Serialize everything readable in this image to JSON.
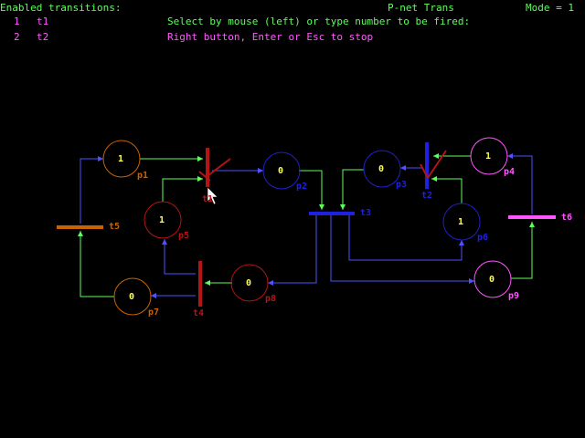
{
  "header": {
    "enabled_label": "Enabled transitions:",
    "app_title": "P-net Trans",
    "mode_label": "Mode = 1",
    "instruction_1": "Select by mouse (left) or type number to be fired:",
    "instruction_2": "Right button, Enter or Esc to stop"
  },
  "enabled_transitions": [
    {
      "number": "1",
      "name": "t1"
    },
    {
      "number": "2",
      "name": "t2"
    }
  ],
  "places": [
    {
      "id": "p1",
      "label": "p1",
      "tokens": "1",
      "color": "#c86400"
    },
    {
      "id": "p2",
      "label": "p2",
      "tokens": "0",
      "color": "#2020c8"
    },
    {
      "id": "p3",
      "label": "p3",
      "tokens": "0",
      "color": "#2020c8"
    },
    {
      "id": "p4",
      "label": "p4",
      "tokens": "1",
      "color": "#ff55ff"
    },
    {
      "id": "p5",
      "label": "p5",
      "tokens": "1",
      "color": "#b41414"
    },
    {
      "id": "p6",
      "label": "p6",
      "tokens": "1",
      "color": "#2020c8"
    },
    {
      "id": "p7",
      "label": "p7",
      "tokens": "0",
      "color": "#c86400"
    },
    {
      "id": "p8",
      "label": "p8",
      "tokens": "0",
      "color": "#b41414"
    },
    {
      "id": "p9",
      "label": "p9",
      "tokens": "0",
      "color": "#ff55ff"
    }
  ],
  "transitions": [
    {
      "id": "t1",
      "label": "t1",
      "color": "#b41414",
      "enabled": true
    },
    {
      "id": "t2",
      "label": "t2",
      "color": "#2020e0",
      "enabled": true
    },
    {
      "id": "t3",
      "label": "t3",
      "color": "#2020e0",
      "enabled": false
    },
    {
      "id": "t4",
      "label": "t4",
      "color": "#b41414",
      "enabled": false
    },
    {
      "id": "t5",
      "label": "t5",
      "color": "#c86400",
      "enabled": false
    },
    {
      "id": "t6",
      "label": "t6",
      "color": "#ff55ff",
      "enabled": false
    }
  ],
  "colors": {
    "background": "#000000",
    "header_text": "#5cff5c",
    "instruction_text": "#ff5cff",
    "token_text": "#ffff55",
    "arc_output": "#5cff5c",
    "arc_input": "#5050ff"
  }
}
